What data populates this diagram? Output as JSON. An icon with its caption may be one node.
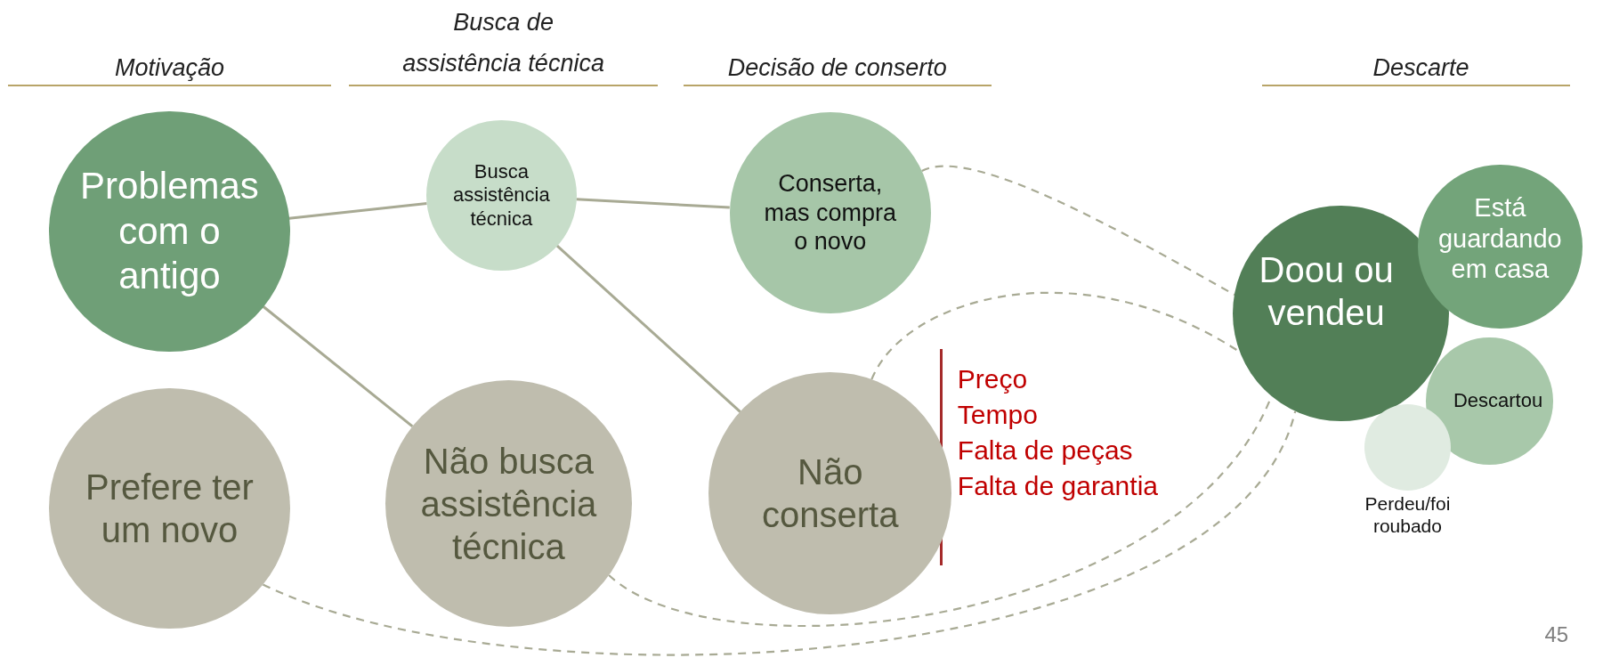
{
  "diagram": {
    "nodes": [
      {
        "text": [
          "Problemas com o antigo"
        ]
      },
      {
        "text": [
          "Busca assistência técnica"
        ]
      },
      {
        "text": [
          "Conserta, mas compra o novo"
        ]
      },
      {
        "text": [
          "Prefere ter um novo"
        ]
      },
      {
        "text": [
          "Não busca assistência técnica"
        ]
      },
      {
        "text": [
          "Não conserta"
        ],
        "beside": [
          "Preço",
          "Tempo",
          "Falta de peças",
          "Falta de garantia"
        ]
      },
      {
        "text": [
          "Doou ou vendeu"
        ]
      },
      {
        "text": [
          "Está guardando em casa"
        ]
      },
      {
        "text": [
          "Descartou"
        ]
      },
      {
        "text": [
          "Perdeu/foi roubado"
        ]
      }
    ],
    "edges": [
      {
        "from": 0,
        "to": 1,
        "arrow": "none"
      },
      {
        "from": 0,
        "to": 4,
        "arrow": "none"
      },
      {
        "from": 1,
        "to": 2,
        "arrow": "none"
      },
      {
        "from": 1,
        "to": 5,
        "arrow": "none"
      },
      {
        "from": 2,
        "to": 6,
        "arrow": "none",
        "style": "dashed"
      },
      {
        "from": 5,
        "to": 6,
        "arrow": "none",
        "style": "dashed"
      },
      {
        "from": 4,
        "to": 6,
        "arrow": "none",
        "style": "dashed"
      },
      {
        "from": 3,
        "to": 6,
        "arrow": "none",
        "style": "dashed"
      }
    ],
    "labels": [
      "Motivação",
      "Busca de assistência técnica",
      "Decisão de conserto",
      "Descarte",
      "45"
    ]
  }
}
